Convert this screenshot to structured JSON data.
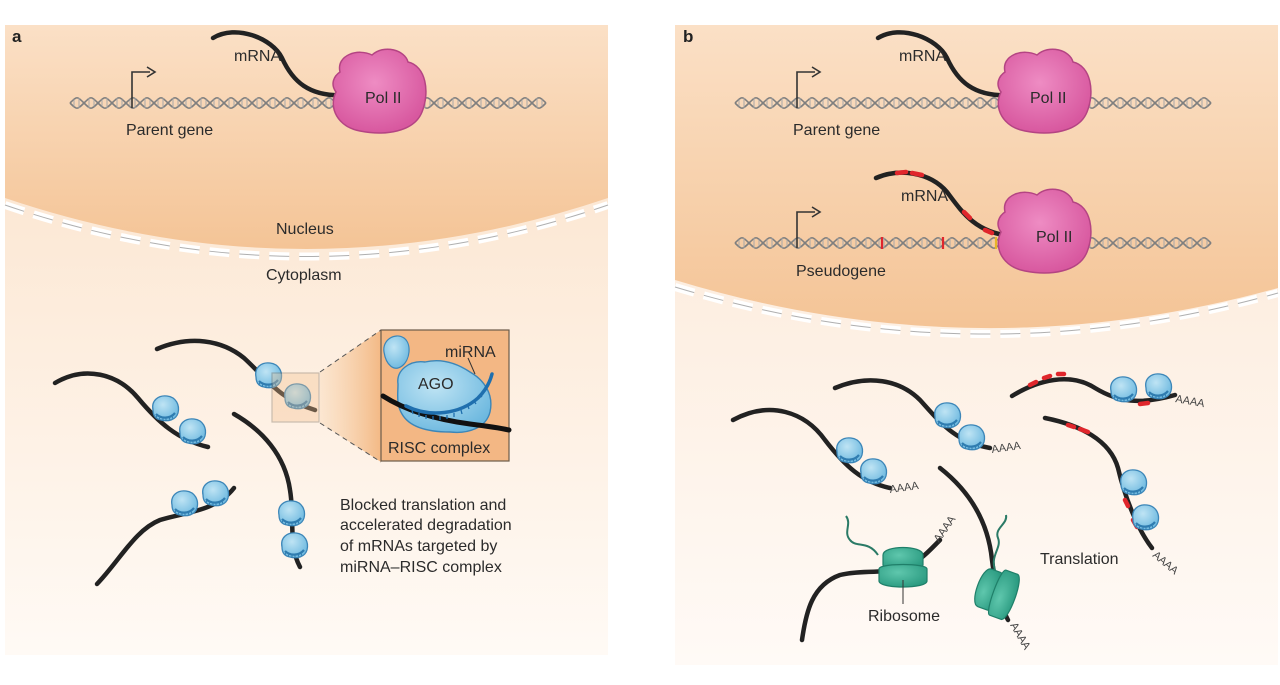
{
  "panel_a": {
    "letter": "a",
    "mrna": "mRNA",
    "pol2": "Pol II",
    "parent_gene": "Parent gene",
    "nucleus": "Nucleus",
    "cytoplasm": "Cytoplasm",
    "mirna": "miRNA",
    "ago": "AGO",
    "risc": "RISC complex",
    "caption": [
      "Blocked translation and",
      "accelerated degradation",
      "of mRNAs targeted by",
      "miRNA–RISC complex"
    ]
  },
  "panel_b": {
    "letter": "b",
    "mrna_top": "mRNA",
    "pol2_top": "Pol II",
    "parent_gene": "Parent gene",
    "mrna_pseudo": "mRNA",
    "pol2_pseudo": "Pol II",
    "pseudogene": "Pseudogene",
    "polya": "AAAA",
    "ribosome": "Ribosome",
    "translation": "Translation"
  },
  "colors": {
    "nucleus_orange": "#f6cba0",
    "cytoplasm_peach": "#fdf1e6",
    "pol2_pink": "#e06fb0",
    "risc_blue": "#8ccbe8",
    "ribosome_teal": "#3cae94",
    "pseudo_red": "#e0262c"
  }
}
